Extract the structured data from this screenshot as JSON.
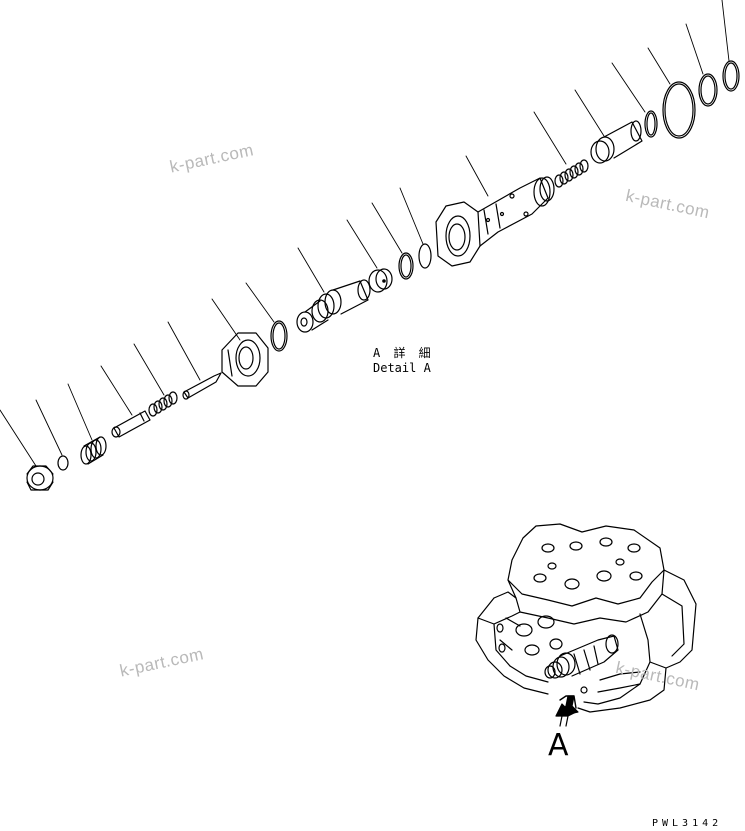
{
  "detail_label_jp": "A 詳 細",
  "detail_label_en": "Detail A",
  "view_marker": "A",
  "drawing_code": "PWL3142",
  "watermarks": [
    "k-part.com",
    "k-part.com",
    "k-part.com",
    "k-part.com"
  ],
  "colors": {
    "ink": "#000000",
    "paper": "#ffffff",
    "watermark": "#b9b9b9"
  }
}
